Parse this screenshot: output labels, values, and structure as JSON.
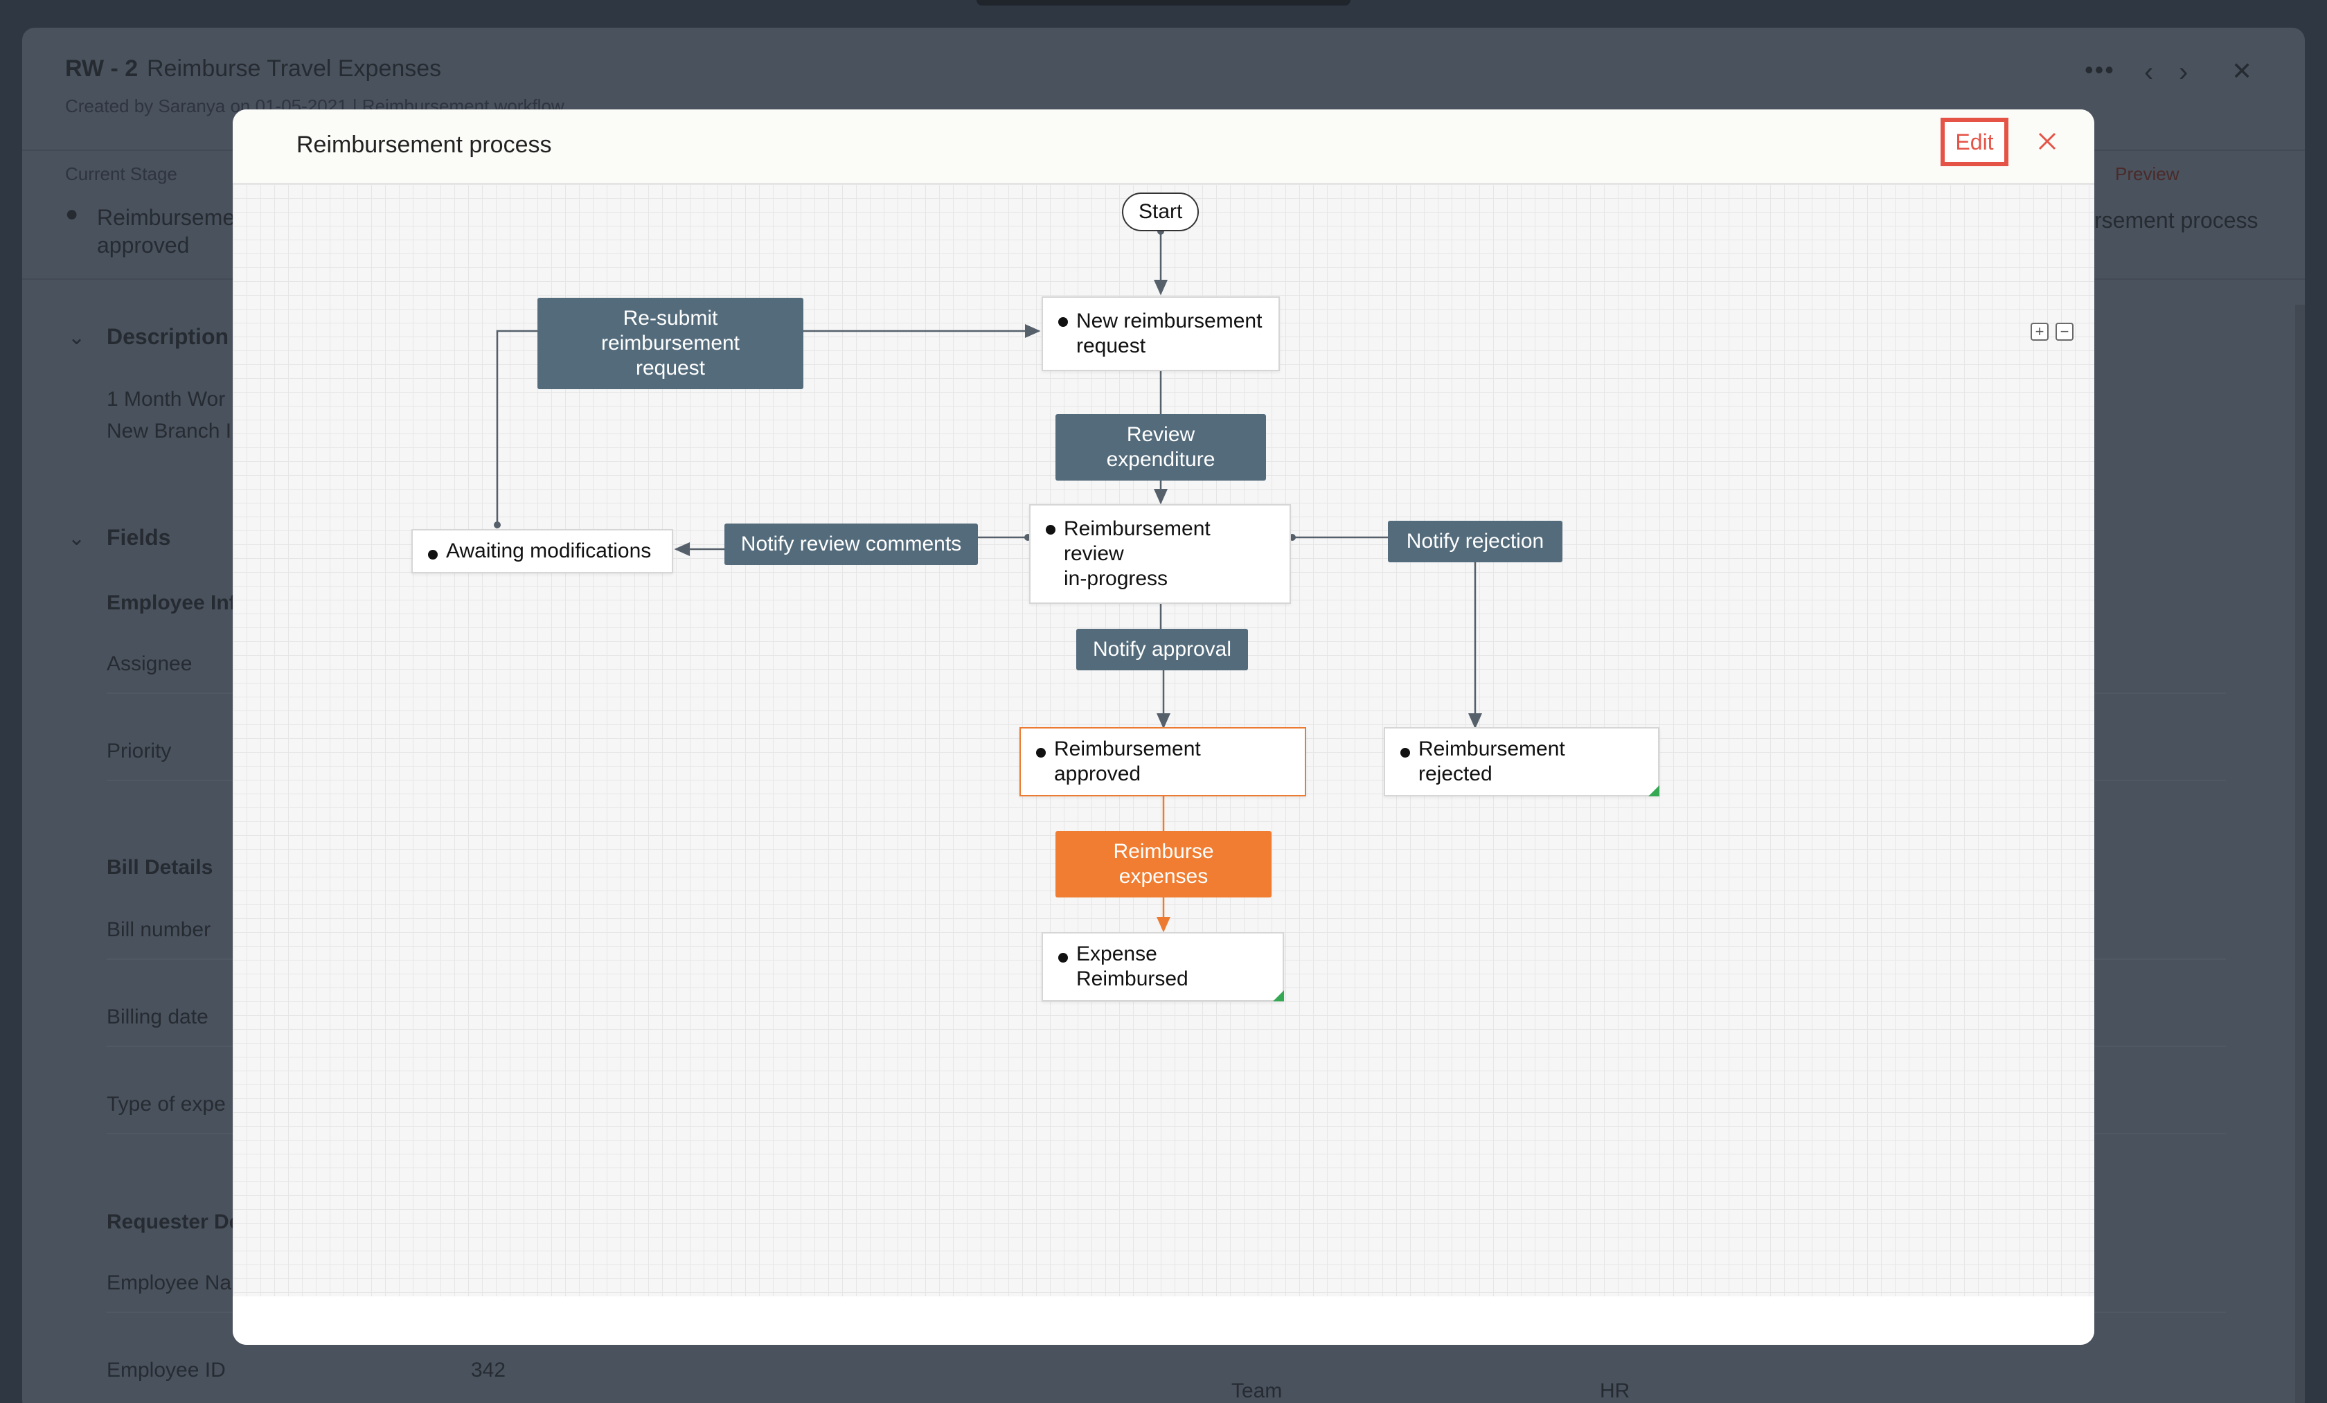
{
  "background": {
    "record_id": "RW - 2",
    "record_title": "Reimburse Travel Expenses",
    "created_by": "Created by Saranya on 01-05-2021 | Reimbursement workflow",
    "current_stage_label": "Current Stage",
    "current_stage_value_line1": "Reimburseme",
    "current_stage_value_line2": "approved",
    "preview_link": "Preview",
    "process_link": "rsement process",
    "description_heading": "Description",
    "description_line1": "1 Month Wor",
    "description_line2": "New Branch I",
    "fields_heading": "Fields",
    "employee_info_heading": "Employee Inf",
    "assignee_label": "Assignee",
    "priority_label": "Priority",
    "bill_details_heading": "Bill Details",
    "bill_number_label": "Bill number",
    "billing_date_label": "Billing date",
    "type_of_expense_label": "Type of expe",
    "requester_heading": "Requester De",
    "employee_name_label": "Employee Na",
    "employee_id_label": "Employee ID",
    "employee_id_value": "342",
    "team_label": "Team",
    "team_value": "HR"
  },
  "modal": {
    "title": "Reimbursement process",
    "edit_label": "Edit",
    "zoom_in_label": "+",
    "zoom_out_label": "−"
  },
  "flow": {
    "start": "Start",
    "new_request_l1": "New reimbursement",
    "new_request_l2": "request",
    "resubmit_l1": "Re-submit reimbursement",
    "resubmit_l2": "request",
    "review_expenditure": "Review expenditure",
    "review_inprogress_l1": "Reimbursement review",
    "review_inprogress_l2": "in-progress",
    "notify_review_comments": "Notify review comments",
    "awaiting_modifications": "Awaiting modifications",
    "notify_rejection": "Notify rejection",
    "notify_approval": "Notify approval",
    "approved": "Reimbursement approved",
    "rejected": "Reimbursement rejected",
    "reimburse_expenses": "Reimburse expenses",
    "expense_reimbursed": "Expense Reimbursed"
  },
  "colors": {
    "transition": "#536b7b",
    "active": "#f07d31",
    "edit_highlight": "#e55347",
    "end_marker": "#34a853"
  }
}
